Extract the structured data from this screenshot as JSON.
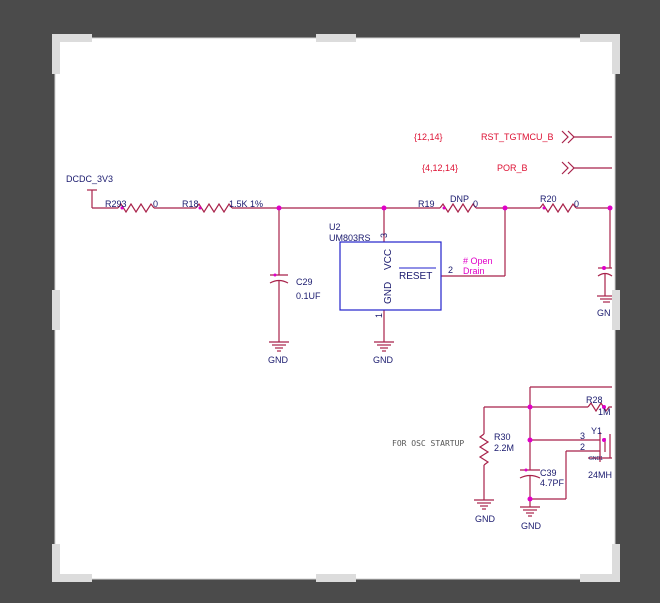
{
  "colors": {
    "background": "#4b4b4b",
    "sheet": "#ffffff",
    "wire": "#a8224a",
    "label": "#1a1a6e",
    "net": "#dd1133",
    "pink_note": "#e000c8",
    "junction": "#e000c8",
    "ic_outline": "#2222cc",
    "frame_border": "#d0d0d0",
    "handle": "#dcdcdc"
  },
  "nets": {
    "power": "DCDC_3V3",
    "gnd": "GND",
    "gnd_partial": "GN",
    "rst_tgtmcu": {
      "ref": "{12,14}",
      "name": "RST_TGTMCU_B"
    },
    "por": {
      "ref": "{4,12,14}",
      "name": "POR_B"
    }
  },
  "components": {
    "r293": {
      "ref": "R293",
      "value": "0"
    },
    "r18": {
      "ref": "R18",
      "value": "1.5K 1%"
    },
    "r19": {
      "ref": "R19",
      "value": "0",
      "note": "DNP"
    },
    "r20": {
      "ref": "R20",
      "value": "0"
    },
    "c29": {
      "ref": "C29",
      "value": "0.1UF"
    },
    "u2": {
      "ref": "U2",
      "part": "UM803RS",
      "pin_vcc": "VCC",
      "pin_gnd": "GND",
      "pin_reset": "RESET",
      "pin3": "3",
      "pin2": "2",
      "pin1": "1"
    },
    "open_drain_note": [
      "# Open",
      "Drain"
    ],
    "osc_note": "FOR OSC STARTUP",
    "r30": {
      "ref": "R30",
      "value": "2.2M"
    },
    "c39": {
      "ref": "C39",
      "value": "4.7PF"
    },
    "r28": {
      "ref": "R28",
      "value": "1M"
    },
    "y1": {
      "ref": "Y1",
      "value": "24MH",
      "pin3": "3",
      "pin2": "2",
      "gnd_pin": "GND1"
    }
  }
}
